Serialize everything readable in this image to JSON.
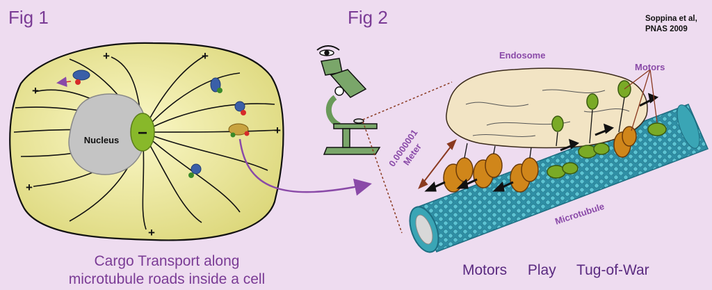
{
  "fig1": {
    "label": "Fig 1",
    "nucleus_label": "Nucleus",
    "minus_sign": "−",
    "plus_sign": "+",
    "caption_line1": "Cargo Transport along",
    "caption_line2": "microtubule roads inside a cell"
  },
  "fig2": {
    "label": "Fig 2",
    "endosome_label": "Endosome",
    "motors_label": "Motors",
    "scale_value": "0.0000001",
    "scale_unit": "Meter",
    "microtubule_label": "Microtubule",
    "citation_line1": "Soppina et al,",
    "citation_line2": "PNAS 2009",
    "bottom_word1": "Motors",
    "bottom_word2": "Play",
    "bottom_word3": "Tug-of-War"
  },
  "colors": {
    "background": "#eedcf0",
    "label_purple": "#7a3b95",
    "cell_fill": "#eeec9a",
    "nucleus_fill": "#c4c4c4",
    "mtoc_green": "#88b82a",
    "microtubule_cyan": "#3aa5b5",
    "motor_orange": "#d0861a",
    "arrow_purple": "#8a4aa8"
  }
}
